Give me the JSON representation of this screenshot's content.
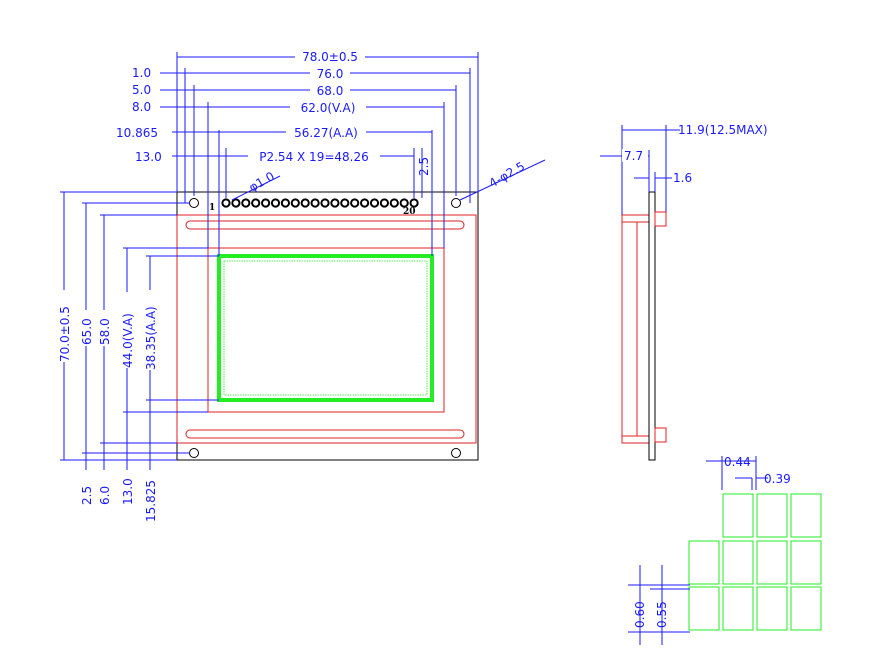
{
  "drawing": {
    "dims_top": {
      "overall": "78.0±0.5",
      "mount": "76.0",
      "pcb": "68.0",
      "va": "62.0(V.A)",
      "aa": "56.27(A.A)",
      "pitch": "P2.54 X 19=48.26",
      "pin_offset": "2.5",
      "l1": "1.0",
      "l2": "5.0",
      "l3": "8.0",
      "l4": "10.865",
      "l5": "13.0"
    },
    "dims_left": {
      "overall": "70.0±0.5",
      "mount": "65.0",
      "pcb": "58.0",
      "va": "44.0(V.A)",
      "aa": "38.35(A.A)",
      "b1": "2.5",
      "b2": "6.0",
      "b3": "13.0",
      "b4": "15.825"
    },
    "callouts": {
      "pin_hole": "φ1.0",
      "mount_hole": "4-φ2.5",
      "pin_first": "1",
      "pin_last": "20"
    },
    "side": {
      "thickness": "11.9(12.5MAX)",
      "depth": "7.7",
      "pcb": "1.6"
    },
    "pixel": {
      "pitch_w": "0.44",
      "dot_w": "0.39",
      "pitch_h": "0.60",
      "dot_h": "0.55"
    },
    "colors": {
      "dimension": "#1a1aff",
      "outline": "#000000",
      "bezel": "#e02020",
      "viewing_area": "#22ee22"
    }
  }
}
